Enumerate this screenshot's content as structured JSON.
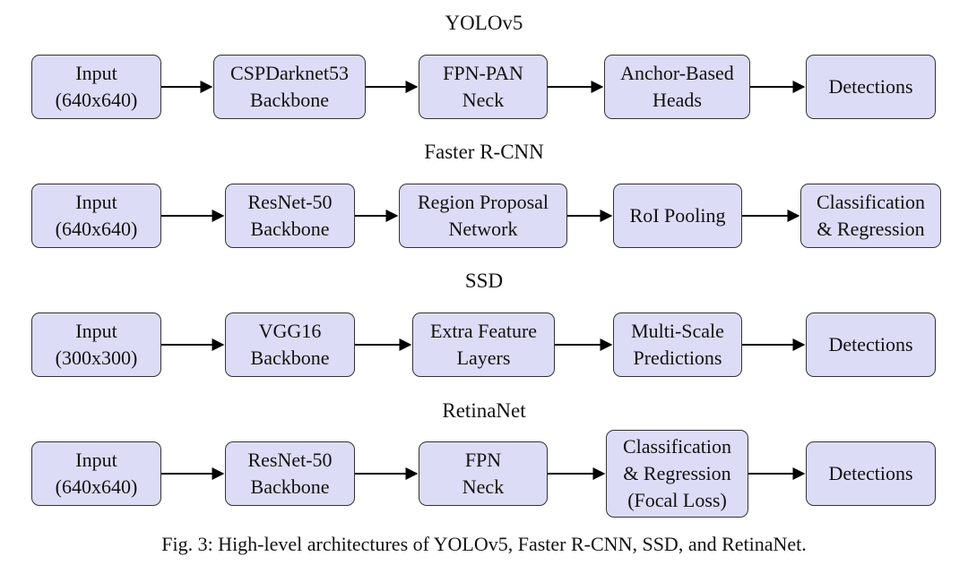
{
  "colors": {
    "box_fill": "#dcdcf6",
    "box_border": "#333333",
    "arrow": "#000000",
    "text": "#111111"
  },
  "rows": [
    {
      "title": "YOLOv5",
      "boxes": [
        "Input\n(640x640)",
        "CSPDarknet53\nBackbone",
        "FPN-PAN\nNeck",
        "Anchor-Based\nHeads",
        "Detections"
      ]
    },
    {
      "title": "Faster R-CNN",
      "boxes": [
        "Input\n(640x640)",
        "ResNet-50\nBackbone",
        "Region Proposal\nNetwork",
        "RoI Pooling",
        "Classification\n& Regression"
      ]
    },
    {
      "title": "SSD",
      "boxes": [
        "Input\n(300x300)",
        "VGG16\nBackbone",
        "Extra Feature\nLayers",
        "Multi-Scale\nPredictions",
        "Detections"
      ]
    },
    {
      "title": "RetinaNet",
      "boxes": [
        "Input\n(640x640)",
        "ResNet-50\nBackbone",
        "FPN\nNeck",
        "Classification\n& Regression\n(Focal Loss)",
        "Detections"
      ]
    }
  ],
  "caption": "Fig. 3: High-level architectures of YOLOv5, Faster R-CNN, SSD, and RetinaNet."
}
